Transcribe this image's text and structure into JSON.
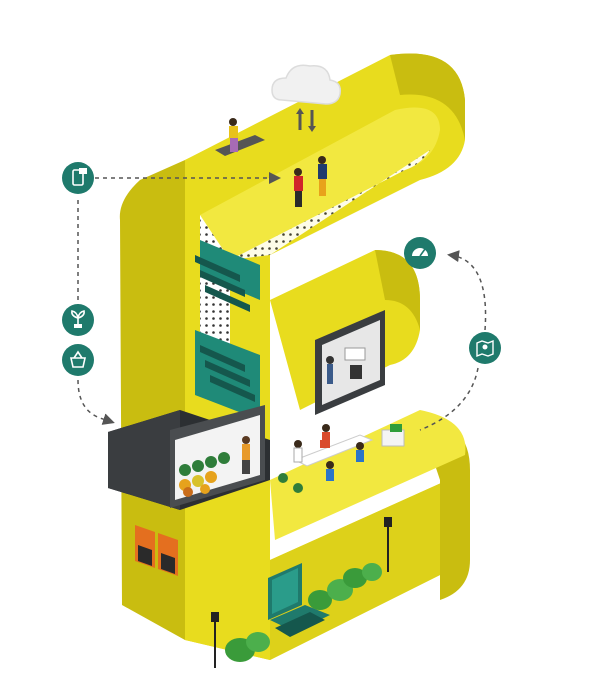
{
  "colors": {
    "yellow": "#e8dc1e",
    "yellow_shade": "#c9bd10",
    "yellow_dark": "#a89d0a",
    "teal": "#1f7a6c",
    "teal_dark": "#15574d",
    "dark_box": "#3a3d40",
    "dashed": "#555555"
  },
  "icons": [
    {
      "id": "mobile-app",
      "name": "mobile-app-icon"
    },
    {
      "id": "plant",
      "name": "plant-icon"
    },
    {
      "id": "shopping-basket",
      "name": "shopping-basket-icon"
    },
    {
      "id": "speedometer",
      "name": "speedometer-icon"
    },
    {
      "id": "map-location",
      "name": "map-location-icon"
    }
  ],
  "cloud": {
    "name": "cloud-sync-icon"
  }
}
